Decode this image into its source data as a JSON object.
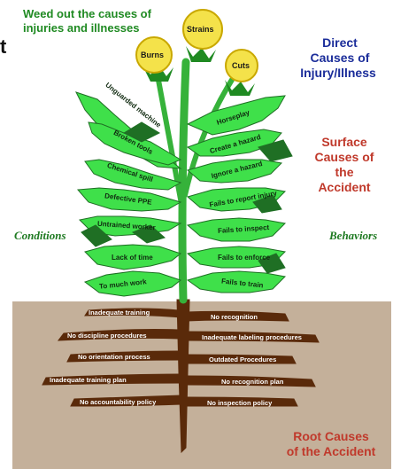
{
  "header": {
    "title_line1": "Weed out the causes of",
    "title_line2": "injuries and illnesses",
    "stray_char": "t"
  },
  "labels": {
    "direct": [
      "Direct",
      "Causes of",
      "Injury/Illness"
    ],
    "surface": [
      "Surface",
      "Causes of",
      "the",
      "Accident"
    ],
    "conditions": "Conditions",
    "behaviors": "Behaviors",
    "root": [
      "Root Causes",
      "of the Accident"
    ]
  },
  "flowers": [
    "Burns",
    "Strains",
    "Cuts"
  ],
  "conditions": [
    "Unguarded machine",
    "Broken tools",
    "Chemical spill",
    "Defective PPE",
    "Untrained worker",
    "Lack of time",
    "To much work"
  ],
  "behaviors": [
    "Horseplay",
    "Create a hazard",
    "Ignore a hazard",
    "Fails to report injury",
    "Fails to inspect",
    "Fails to enforce",
    "Fails to train"
  ],
  "roots_left": [
    "Inadequate training",
    "No discipline procedures",
    "No orientation process",
    "Inadequate training plan",
    "No accountability policy"
  ],
  "roots_right": [
    "No recognition",
    "Inadequate labeling procedures",
    "Outdated Procedures",
    "No recognition plan",
    "No inspection policy"
  ],
  "colors": {
    "leaf": "#3fe04a",
    "leaf_dark": "#1f6f24",
    "stem": "#36b23a",
    "soil": "#c4b09a",
    "root": "#5a2a0a",
    "petal": "#f4e24a"
  }
}
